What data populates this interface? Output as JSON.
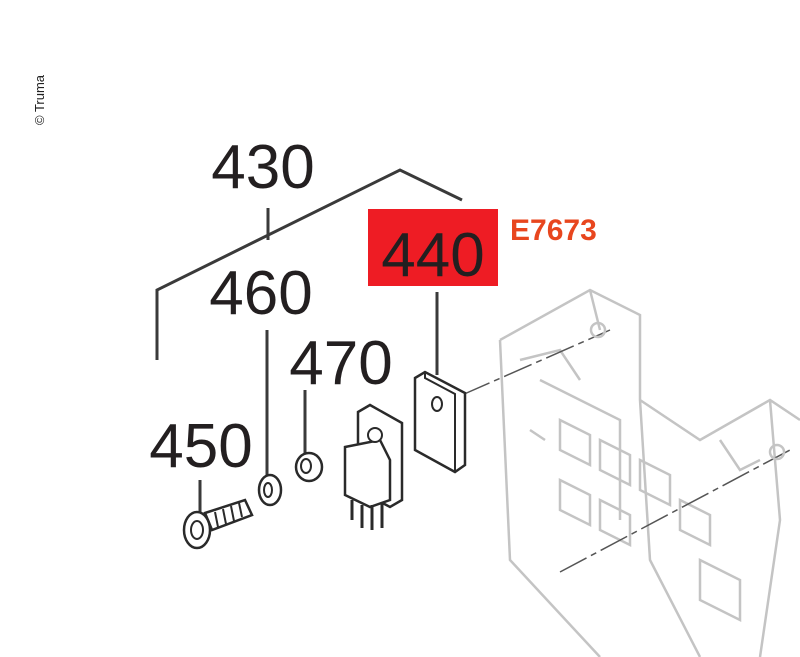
{
  "copyright": "© Truma",
  "labels": {
    "p430": "430",
    "p440": "440",
    "p450": "450",
    "p460": "460",
    "p470": "470"
  },
  "highlight": {
    "part": "440",
    "code": "E7673",
    "box_color": "#ee1c24",
    "code_color": "#e8461e"
  }
}
